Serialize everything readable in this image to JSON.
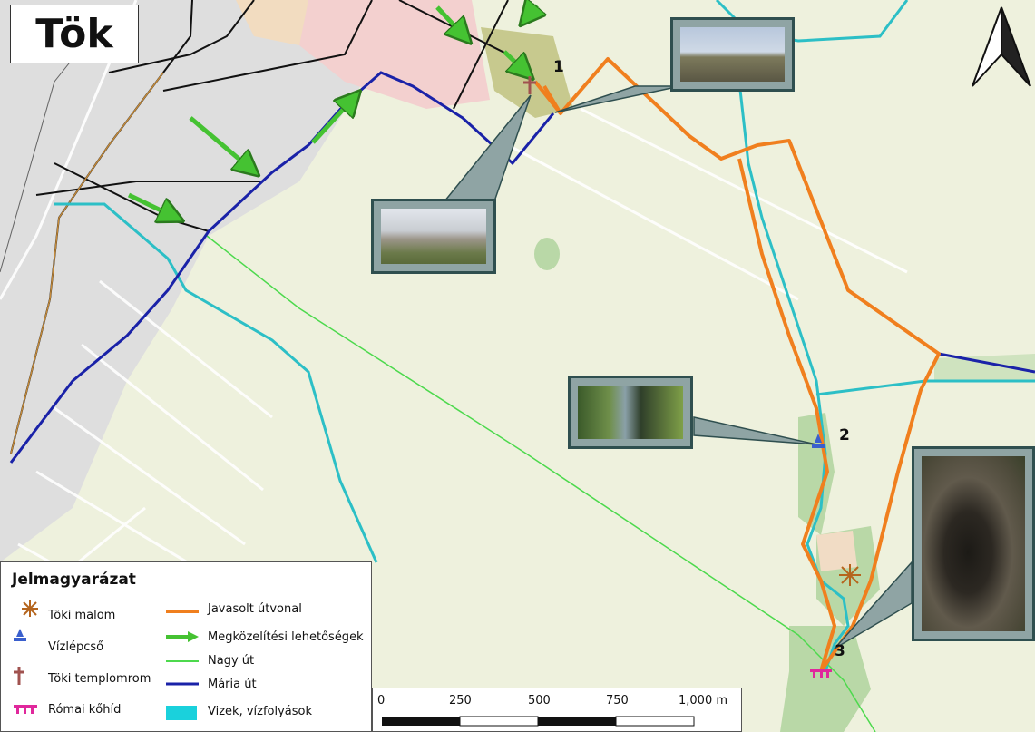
{
  "title": "Tök",
  "markers": [
    {
      "number": "1",
      "name": "Töki templomrom"
    },
    {
      "number": "2",
      "name": "Vízlépcső"
    },
    {
      "number": "3",
      "name": "Római kőhíd"
    }
  ],
  "legend": {
    "title": "Jelmagyarázat",
    "items": [
      {
        "label": "Töki malom",
        "icon": "mill-asterisk-icon",
        "color": "#b5651d"
      },
      {
        "label": "Vízlépcső",
        "icon": "weir-icon",
        "color": "#3a5fcd"
      },
      {
        "label": "Töki templomrom",
        "icon": "church-ruin-cross-icon",
        "color": "#a0524f"
      },
      {
        "label": "Római kőhíd",
        "icon": "bridge-icon",
        "color": "#e0289c"
      },
      {
        "label": "Javasolt útvonal",
        "icon": "orange-line",
        "color": "#f07f1e"
      },
      {
        "label": "Megközelítési lehetőségek",
        "icon": "green-arrow",
        "color": "#45c232"
      },
      {
        "label": "Nagy út",
        "icon": "light-green-line",
        "color": "#4dd94d"
      },
      {
        "label": "Mária út",
        "icon": "dark-blue-line",
        "color": "#1a22a8"
      },
      {
        "label": "Vizek, vízfolyások",
        "icon": "cyan-square",
        "color": "#1ad1dc"
      }
    ]
  },
  "scale": {
    "ticks": [
      "0",
      "250",
      "500",
      "750",
      "1,000 m"
    ]
  },
  "north_arrow": "north-arrow-icon"
}
